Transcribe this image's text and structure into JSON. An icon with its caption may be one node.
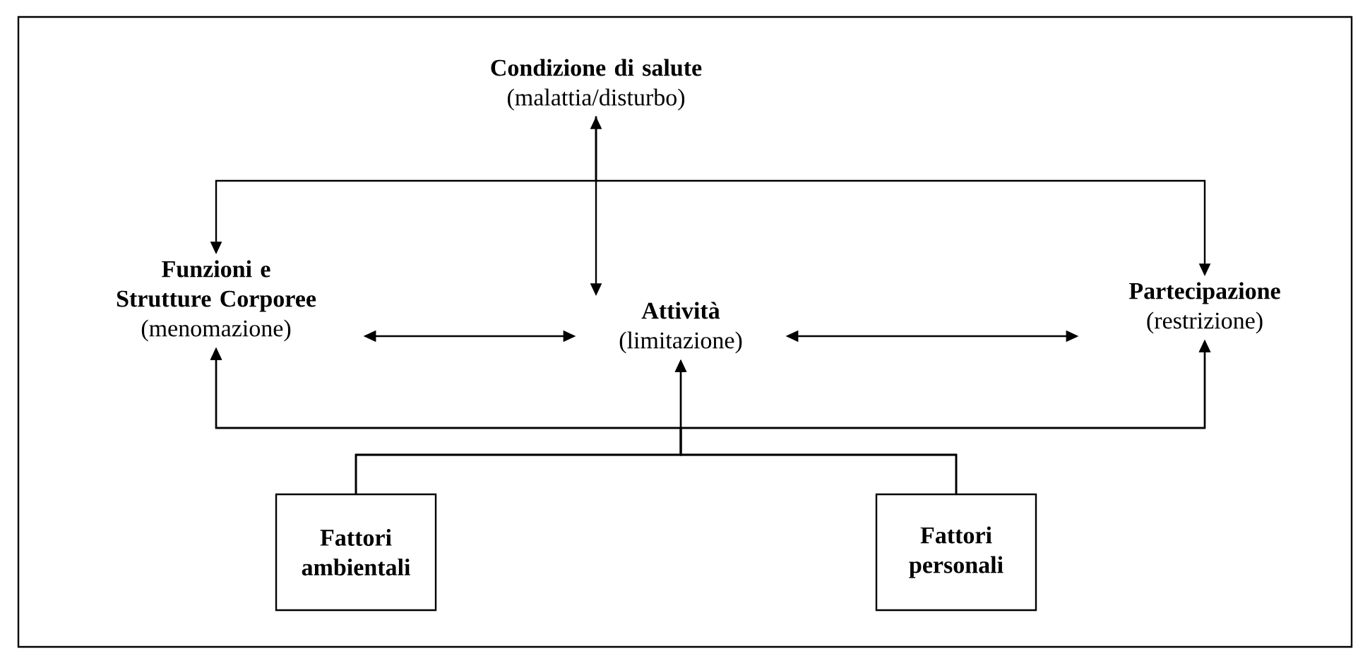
{
  "diagram": {
    "nodes": [
      {
        "text": [
          "Condizione di salute",
          "(malattia/disturbo)"
        ]
      },
      {
        "text": [
          "Funzioni e Strutture Corporee",
          "(menomazione)"
        ]
      },
      {
        "text": [
          "Attività",
          "(limitazione)"
        ]
      },
      {
        "text": [
          "Partecipazione",
          "(restrizione)"
        ]
      },
      {
        "text": [
          "Fattori ambientali"
        ]
      },
      {
        "text": [
          "Fattori personali"
        ]
      }
    ],
    "edges": [
      {
        "from": 0,
        "to": 2,
        "arrow": "both"
      },
      {
        "from": 0,
        "to": 1,
        "arrow": "to"
      },
      {
        "from": 0,
        "to": 3,
        "arrow": "to"
      },
      {
        "from": 1,
        "to": 2,
        "arrow": "both"
      },
      {
        "from": 2,
        "to": 3,
        "arrow": "both"
      },
      {
        "from": 4,
        "to": 1,
        "arrow": "to"
      },
      {
        "from": 4,
        "to": 2,
        "arrow": "to"
      },
      {
        "from": 4,
        "to": 3,
        "arrow": "to"
      },
      {
        "from": 5,
        "to": 1,
        "arrow": "to"
      },
      {
        "from": 5,
        "to": 2,
        "arrow": "to"
      },
      {
        "from": 5,
        "to": 3,
        "arrow": "to"
      }
    ]
  }
}
